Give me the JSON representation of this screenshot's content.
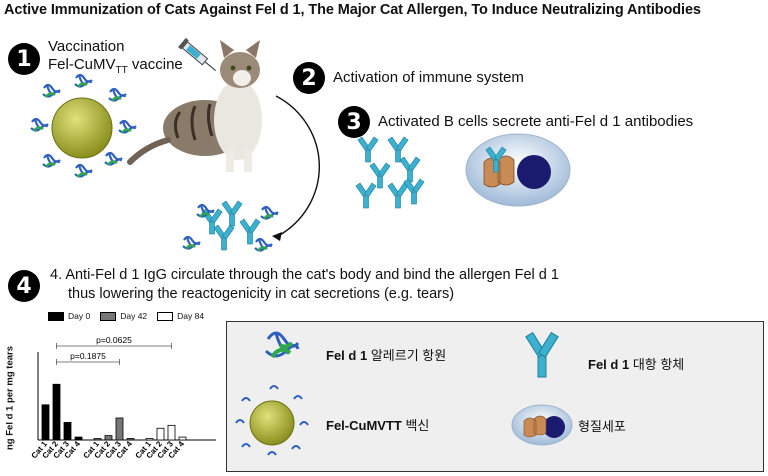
{
  "title": "Active Immunization of Cats Against Fel d 1, The Major Cat Allergen, To Induce Neutralizing Antibodies",
  "steps": [
    {
      "num": "1",
      "line1": "Vaccination",
      "line2": "Fel-CuMV",
      "sub": "TT",
      "line2b": " vaccine"
    },
    {
      "num": "2",
      "text": "Activation of immune system"
    },
    {
      "num": "3",
      "text": "Activated B cells secrete anti-Fel d 1 antibodies"
    },
    {
      "num": "4",
      "line1": "4. Anti-Fel d 1 IgG circulate through the cat's body and bind the allergen Fel d 1",
      "line2": "thus lowering the reactogenicity in cat secretions (e.g. tears)"
    }
  ],
  "legend": {
    "allergen": {
      "bold": "Fel d 1",
      "rest": "알레르기 항원"
    },
    "antibody": {
      "bold": "Fel d 1",
      "rest": "대항 항체"
    },
    "vaccine": {
      "bold": "Fel-CuMVTT",
      "rest": "백신"
    },
    "plasma": {
      "rest": "형질세포"
    }
  },
  "colors": {
    "antibody": "#3bb0cf",
    "allergen": "#2ea84a",
    "vlp": "#a8b02a",
    "nucleus": "#1a1a6e"
  },
  "chart_data": {
    "type": "bar",
    "ylabel": "ng Fel d 1 per mg tears",
    "series": [
      {
        "name": "Day 0",
        "categories": [
          "Cat 1",
          "Cat 2",
          "Cat 3",
          "Cat 4"
        ],
        "values": [
          24,
          38,
          12,
          2
        ],
        "color": "#000000"
      },
      {
        "name": "Day 42",
        "categories": [
          "Cat 1",
          "Cat 2",
          "Cat 3",
          "Cat 4"
        ],
        "values": [
          1,
          3,
          15,
          1
        ],
        "color": "#777777"
      },
      {
        "name": "Day 84",
        "categories": [
          "Cat 1",
          "Cat 2",
          "Cat 3",
          "Cat 4"
        ],
        "values": [
          1,
          8,
          10,
          2
        ],
        "color": "#ffffff"
      }
    ],
    "ylim": [
      0,
      60
    ],
    "annotations": [
      "p=0.0625",
      "p=0.1875"
    ],
    "legend_position": "top"
  }
}
